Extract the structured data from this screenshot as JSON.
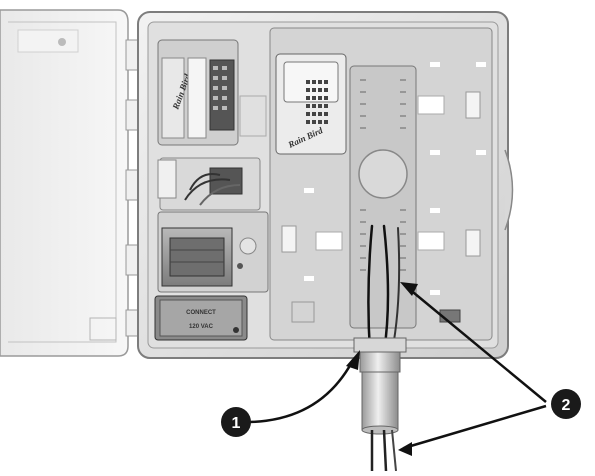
{
  "figure": {
    "transformer_label_line1": "CONNECT",
    "transformer_label_line2": "120 VAC",
    "module_brand": "Rain Bird",
    "top_module_brand": "Rain Bird",
    "callouts": [
      "1",
      "2"
    ]
  },
  "colors": {
    "callout_fill": "#1a1a1a",
    "callout_text": "#ffffff",
    "housing": "#e6e6e6",
    "panel": "#d4d4d4",
    "line": "#111111"
  }
}
